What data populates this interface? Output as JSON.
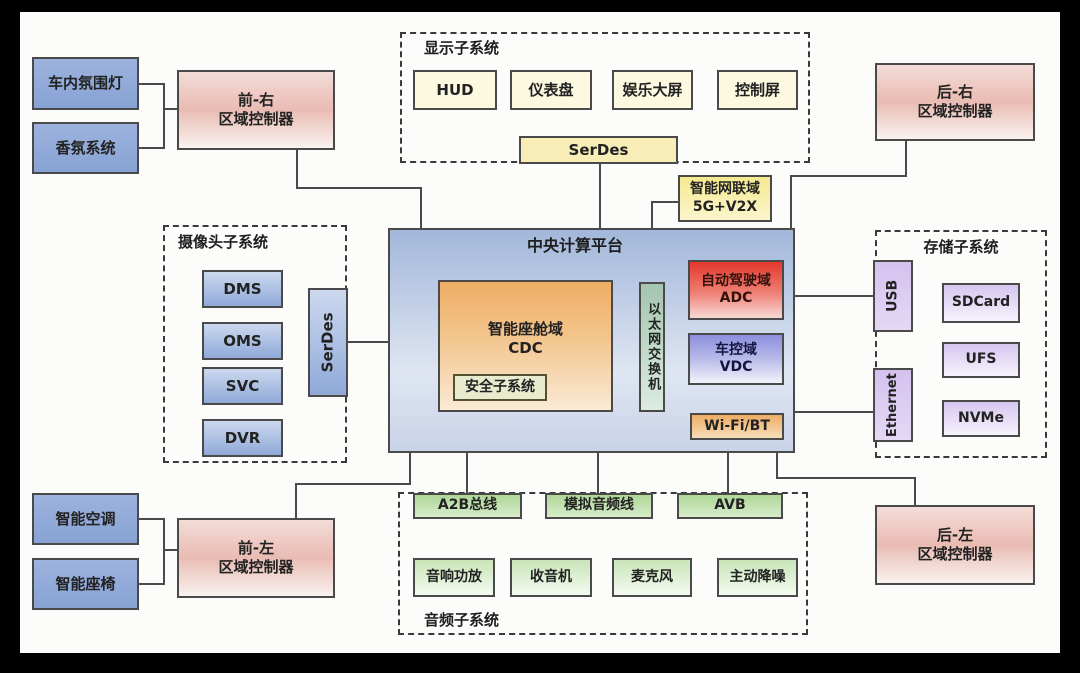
{
  "diagram": {
    "front_right_zone": {
      "devices": [
        "车内氛围灯",
        "香氛系统"
      ],
      "controller": "前-右\n区域控制器"
    },
    "display_subsystem": {
      "title": "显示子系统",
      "devices": [
        "HUD",
        "仪表盘",
        "娱乐大屏",
        "控制屏"
      ],
      "serdes": "SerDes"
    },
    "rear_right_zone": {
      "controller": "后-右\n区域控制器"
    },
    "camera_subsystem": {
      "title": "摄像头子系统",
      "devices": [
        "DMS",
        "OMS",
        "SVC",
        "DVR"
      ],
      "serdes": "SerDes"
    },
    "telematics_domain": "智能网联域\n5G+V2X",
    "central_platform": {
      "title": "中央计算平台",
      "cockpit_domain": "智能座舱域\nCDC",
      "safety_subsystem": "安全子系统",
      "ethernet_switch": "以太网交换机",
      "autonomous_domain": "自动驾驶域\nADC",
      "vehicle_control_domain": "车控域\nVDC",
      "wifi_bt": "Wi-Fi/BT"
    },
    "storage_subsystem": {
      "title": "存储子系统",
      "usb": "USB",
      "ethernet": "Ethernet",
      "devices": [
        "SDCard",
        "UFS",
        "NVMe"
      ]
    },
    "front_left_zone": {
      "devices": [
        "智能空调",
        "智能座椅"
      ],
      "controller": "前-左\n区域控制器"
    },
    "audio_subsystem": {
      "title": "音频子系统",
      "buses": [
        "A2B总线",
        "模拟音频线",
        "AVB"
      ],
      "devices": [
        "音响功放",
        "收音机",
        "麦克风",
        "主动降噪"
      ]
    },
    "rear_left_zone": {
      "controller": "后-左\n区域控制器"
    }
  },
  "colors": {
    "device_blue": "#8ca7d7",
    "zone_controller_pink": "#e9bcb3",
    "display_cream": "#fdf9e1",
    "serdes_yellow": "#f8edb6",
    "telematics_yellow": "#f6e98f",
    "platform_blue": "#a2b7da",
    "cockpit_orange": "#eead63",
    "switch_green": "#a3c5af",
    "adc_red": "#e4382c",
    "vdc_violet": "#8b8edd",
    "storage_lilac": "#d6c6f0",
    "bus_green": "#aed798",
    "audio_green": "#c9e5b8",
    "line_gray": "#4a4a4a"
  }
}
